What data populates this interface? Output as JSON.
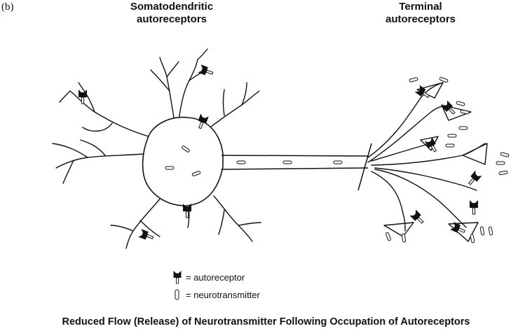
{
  "panel_label": "(b)",
  "headers": {
    "somatodendritic": [
      "Somatodendritic",
      "autoreceptors"
    ],
    "terminal": [
      "Terminal",
      "autoreceptors"
    ]
  },
  "legend": {
    "autoreceptor": "= autoreceptor",
    "neurotransmitter": "= neurotransmitter"
  },
  "caption": "Reduced Flow (Release) of Neurotransmitter Following Occupation of Autoreceptors",
  "colors": {
    "ink": "#111111",
    "background": "#ffffff"
  }
}
